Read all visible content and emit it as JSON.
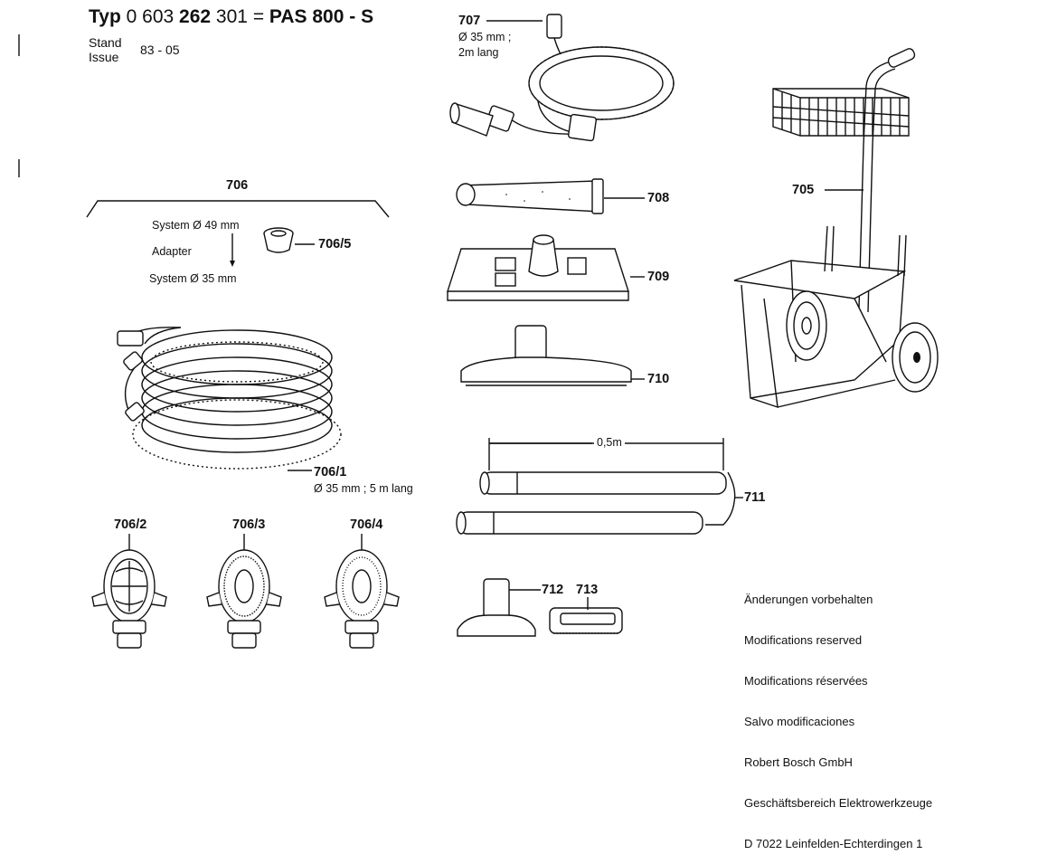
{
  "header": {
    "typ_word": "Typ",
    "part_plain": "0 603",
    "part_bold": "262",
    "part_rest": "301",
    "equals": "=",
    "model": "PAS 800 - S",
    "stand_label": "Stand",
    "issue_label": "Issue",
    "issue_value": "83 - 05"
  },
  "adapter_block": {
    "group_label": "706",
    "line1": "System   Ø 49 mm",
    "line2": "Adapter",
    "line3": "System   Ø 35 mm",
    "part_label": "706/5"
  },
  "parts": {
    "p705": "705",
    "p706_1": "706/1",
    "p706_1_spec": "Ø 35 mm ; 5 m lang",
    "p706_2": "706/2",
    "p706_3": "706/3",
    "p706_4": "706/4",
    "p707": "707",
    "p707_spec1": "Ø 35 mm ;",
    "p707_spec2": "2m lang",
    "p708": "708",
    "p709": "709",
    "p710": "710",
    "p711": "711",
    "p711_dim": "0,5m",
    "p712": "712",
    "p713": "713"
  },
  "footer_note": {
    "lines": [
      "Änderungen vorbehalten",
      "Modifications reserved",
      "Modifications réservées",
      "Salvo modificaciones"
    ],
    "company": [
      "Robert Bosch GmbH",
      "Geschäftsbereich Elektrowerkzeuge",
      "D 7022 Leinfelden-Echterdingen 1"
    ]
  }
}
